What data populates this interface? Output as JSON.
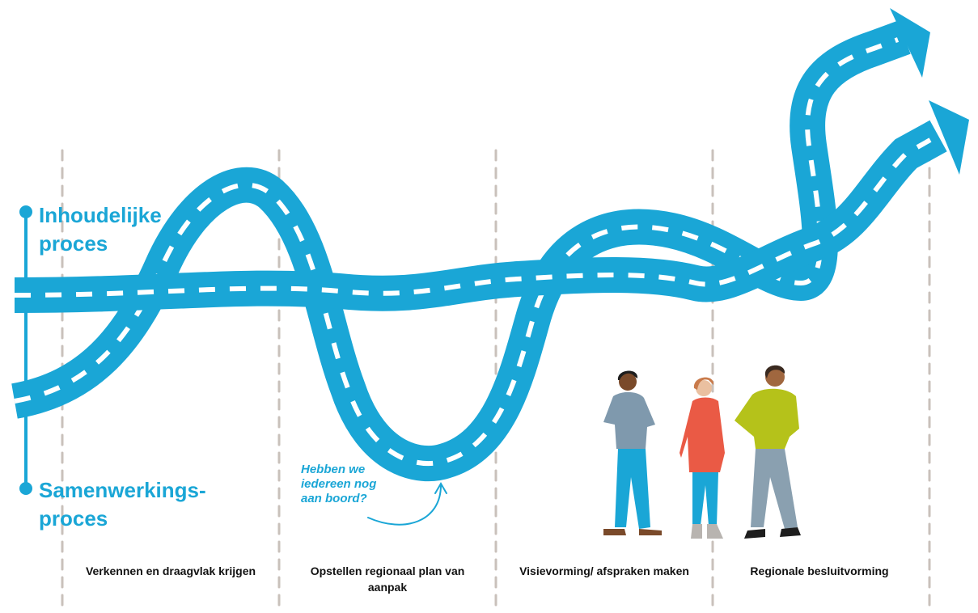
{
  "labels": {
    "content_process": "Inhoudelijke proces",
    "collaboration_process": "Samenwerkings-proces",
    "question": "Hebben we iedereen nog aan boord?"
  },
  "phases": [
    {
      "label": "Verkennen en draagvlak krijgen"
    },
    {
      "label": "Opstellen regionaal plan van aanpak"
    },
    {
      "label": "Visievorming/ afspraken maken"
    },
    {
      "label": "Regionale besluitvorming"
    }
  ],
  "colors": {
    "road": "#1aa6d6",
    "dash": "#ffffff",
    "text_accent": "#1aa6d6",
    "divider": "#c9c1bb",
    "text": "#111111"
  },
  "people": [
    {
      "name": "person-dark-blue-shirt",
      "shirt": "#7f99ad",
      "pants": "#1aa6d6",
      "skin": "#7a4a2a",
      "hair": "#1e1e1e"
    },
    {
      "name": "person-red-sweater",
      "shirt": "#ea5a45",
      "pants": "#1aa6d6",
      "skin": "#eac0a0",
      "hair": "#c97a4a"
    },
    {
      "name": "person-green-sweater",
      "shirt": "#b5c21a",
      "pants": "#8aa0b0",
      "skin": "#a0673f",
      "hair": "#3a2a20"
    }
  ]
}
